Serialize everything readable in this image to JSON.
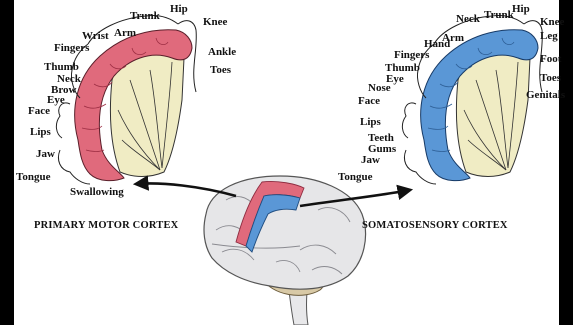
{
  "motor": {
    "caption": "PRIMARY MOTOR CORTEX",
    "labels": {
      "hip": "Hip",
      "trunk": "Trunk",
      "knee": "Knee",
      "arm": "Arm",
      "wrist": "Wrist",
      "fingers": "Fingers",
      "ankle": "Ankle",
      "thumb": "Thumb",
      "toes": "Toes",
      "neck": "Neck",
      "brow": "Brow",
      "eye": "Eye",
      "face": "Face",
      "lips": "Lips",
      "jaw": "Jaw",
      "tongue": "Tongue",
      "swallowing": "Swallowing"
    },
    "color": "#e06a7c"
  },
  "sensory": {
    "caption": "SOMATOSENSORY CORTEX",
    "labels": {
      "hip": "Hip",
      "neck": "Neck",
      "trunk": "Trunk",
      "knee": "Knee",
      "leg": "Leg",
      "hand": "Hand",
      "arm": "Arm",
      "fingers": "Fingers",
      "foot": "Foot",
      "thumb": "Thumb",
      "toes": "Toes",
      "eye": "Eye",
      "nose": "Nose",
      "genitals": "Genitals",
      "face": "Face",
      "lips": "Lips",
      "teeth": "Teeth",
      "gums": "Gums",
      "jaw": "Jaw",
      "tongue": "Tongue"
    },
    "color": "#5a97d6"
  }
}
